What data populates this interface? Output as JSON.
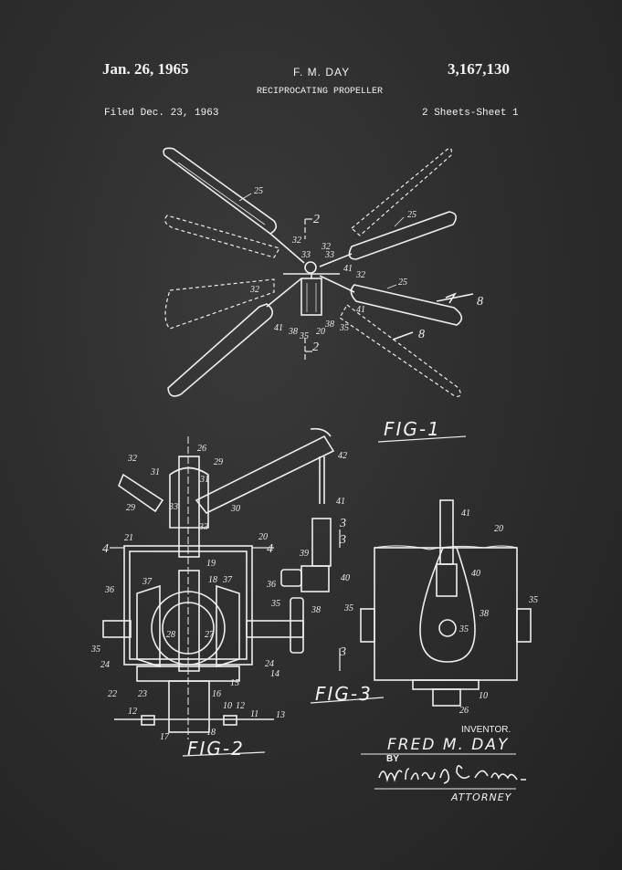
{
  "header": {
    "date": "Jan. 26, 1965",
    "inventor": "F. M. DAY",
    "patent_number": "3,167,130",
    "title": "RECIPROCATING PROPELLER",
    "filed": "Filed Dec. 23, 1963",
    "sheets": "2 Sheets-Sheet 1"
  },
  "figures": {
    "fig1": "FIG-1",
    "fig2": "FIG-2",
    "fig3": "FIG-3"
  },
  "signatures": {
    "inventor_label": "INVENTOR.",
    "inventor_name": "FRED M. DAY",
    "by": "BY",
    "attorney_signature": "Willard S. Grant",
    "attorney_label": "ATTORNEY"
  },
  "reference_numerals": [
    "25",
    "2",
    "32",
    "33",
    "32",
    "33",
    "25",
    "41",
    "32",
    "32",
    "25",
    "41",
    "41",
    "38",
    "35",
    "20",
    "38",
    "35",
    "2",
    "8",
    "8",
    "26",
    "32",
    "29",
    "42",
    "31",
    "31",
    "29",
    "33",
    "33",
    "30",
    "41",
    "21",
    "20",
    "4",
    "4",
    "3",
    "39",
    "19",
    "40",
    "37",
    "18",
    "37",
    "36",
    "36",
    "35",
    "38",
    "28",
    "27",
    "35",
    "24",
    "24",
    "14",
    "22",
    "23",
    "16",
    "15",
    "12",
    "10",
    "11",
    "13",
    "17",
    "18",
    "12",
    "3",
    "3",
    "41",
    "20",
    "40",
    "35",
    "38",
    "35",
    "35",
    "10",
    "26"
  ],
  "colors": {
    "background": "#2b2b2b",
    "ink": "#f2f2f2"
  }
}
